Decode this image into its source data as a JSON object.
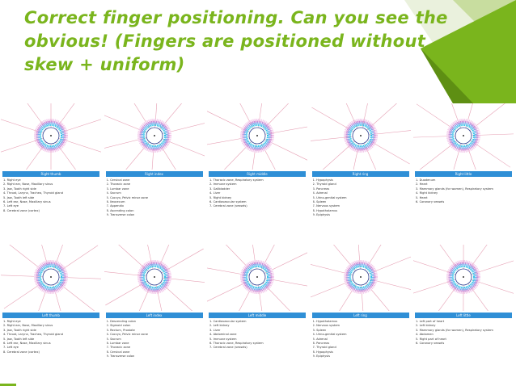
{
  "slide": {
    "title": "Correct finger positioning. Can you see the obvious! (Fingers are positioned without skew + uniform)",
    "accent_color": "#7ab51d",
    "bar_color": "#2f8fd6"
  },
  "panels": [
    {
      "label": "Right thumb",
      "items": [
        "1. Right eye",
        "2. Right ear, Nose, Maxillary sinus",
        "3. Jaw, Tooth right side",
        "4. Throat, Larynx, Trachea, Thyroid gland",
        "5. Jaw, Tooth left side",
        "6. Left ear, Nose, Maxillary sinus",
        "7. Left eye",
        "8. Cerebral zone (cortex)"
      ]
    },
    {
      "label": "Right index",
      "items": [
        "1. Cervical zone",
        "2. Thoracic zone",
        "3. Lumbar zone",
        "4. Sacrum",
        "5. Coccyx, Pelvic minor zone",
        "6. Ileocecum",
        "7. Appendix",
        "8. Ascending colon",
        "9. Transverse colon"
      ]
    },
    {
      "label": "Right middle",
      "items": [
        "1. Thoracic zone, Respiratory system",
        "2. Immune system",
        "3. Gallbladder",
        "4. Liver",
        "5. Right kidney",
        "6. Cardiovascular system",
        "7. Cerebral zone (vessels)"
      ]
    },
    {
      "label": "Right ring",
      "items": [
        "1. Hypophysis",
        "2. Thyroid gland",
        "3. Pancreas",
        "4. Adrenal",
        "5. Urino-genital system",
        "6. Spleen",
        "7. Nervous system",
        "8. Hypothalamus",
        "9. Epiphysis"
      ]
    },
    {
      "label": "Right little",
      "items": [
        "1. Duodenum",
        "2. Heart",
        "3. Mammary glands (for women), Respiratory system",
        "4. Right kidney",
        "5. Heart",
        "6. Coronary vessels"
      ]
    },
    {
      "label": "Left thumb",
      "items": [
        "1. Right eye",
        "2. Right ear, Nose, Maxillary sinus",
        "3. Jaw, Tooth right side",
        "4. Throat, Larynx, Trachea, Thyroid gland",
        "5. Jaw, Tooth left side",
        "6. Left ear, Nose, Maxillary sinus",
        "7. Left eye",
        "8. Cerebral zone (cortex)"
      ]
    },
    {
      "label": "Left index",
      "items": [
        "1. Descending colon",
        "2. Sigmoid colon",
        "3. Rectum, Prostate",
        "4. Coccyx, Pelvic minor zone",
        "5. Sacrum",
        "6. Lumbar zone",
        "7. Thoracic zone",
        "8. Cervical zone",
        "9. Transverse colon"
      ]
    },
    {
      "label": "Left middle",
      "items": [
        "1. Cardiovascular system",
        "2. Left kidney",
        "3. Liver",
        "4. Abdominal zone",
        "5. Immune system",
        "6. Thoracic zone, Respiratory system",
        "7. Cerebral zone (vessels)"
      ]
    },
    {
      "label": "Left ring",
      "items": [
        "1. Hypothalamus",
        "2. Nervous system",
        "3. Spleen",
        "4. Urino-genital system",
        "5. Adrenal",
        "6. Pancreas",
        "7. Thyroid gland",
        "8. Hypophysis",
        "9. Epiphysis"
      ]
    },
    {
      "label": "Left little",
      "items": [
        "1. Left part of heart",
        "2. Left kidney",
        "3. Mammary glands (for women), Respiratory system",
        "4. Abdomen",
        "5. Right part of heart",
        "6. Coronary vessels"
      ]
    }
  ]
}
